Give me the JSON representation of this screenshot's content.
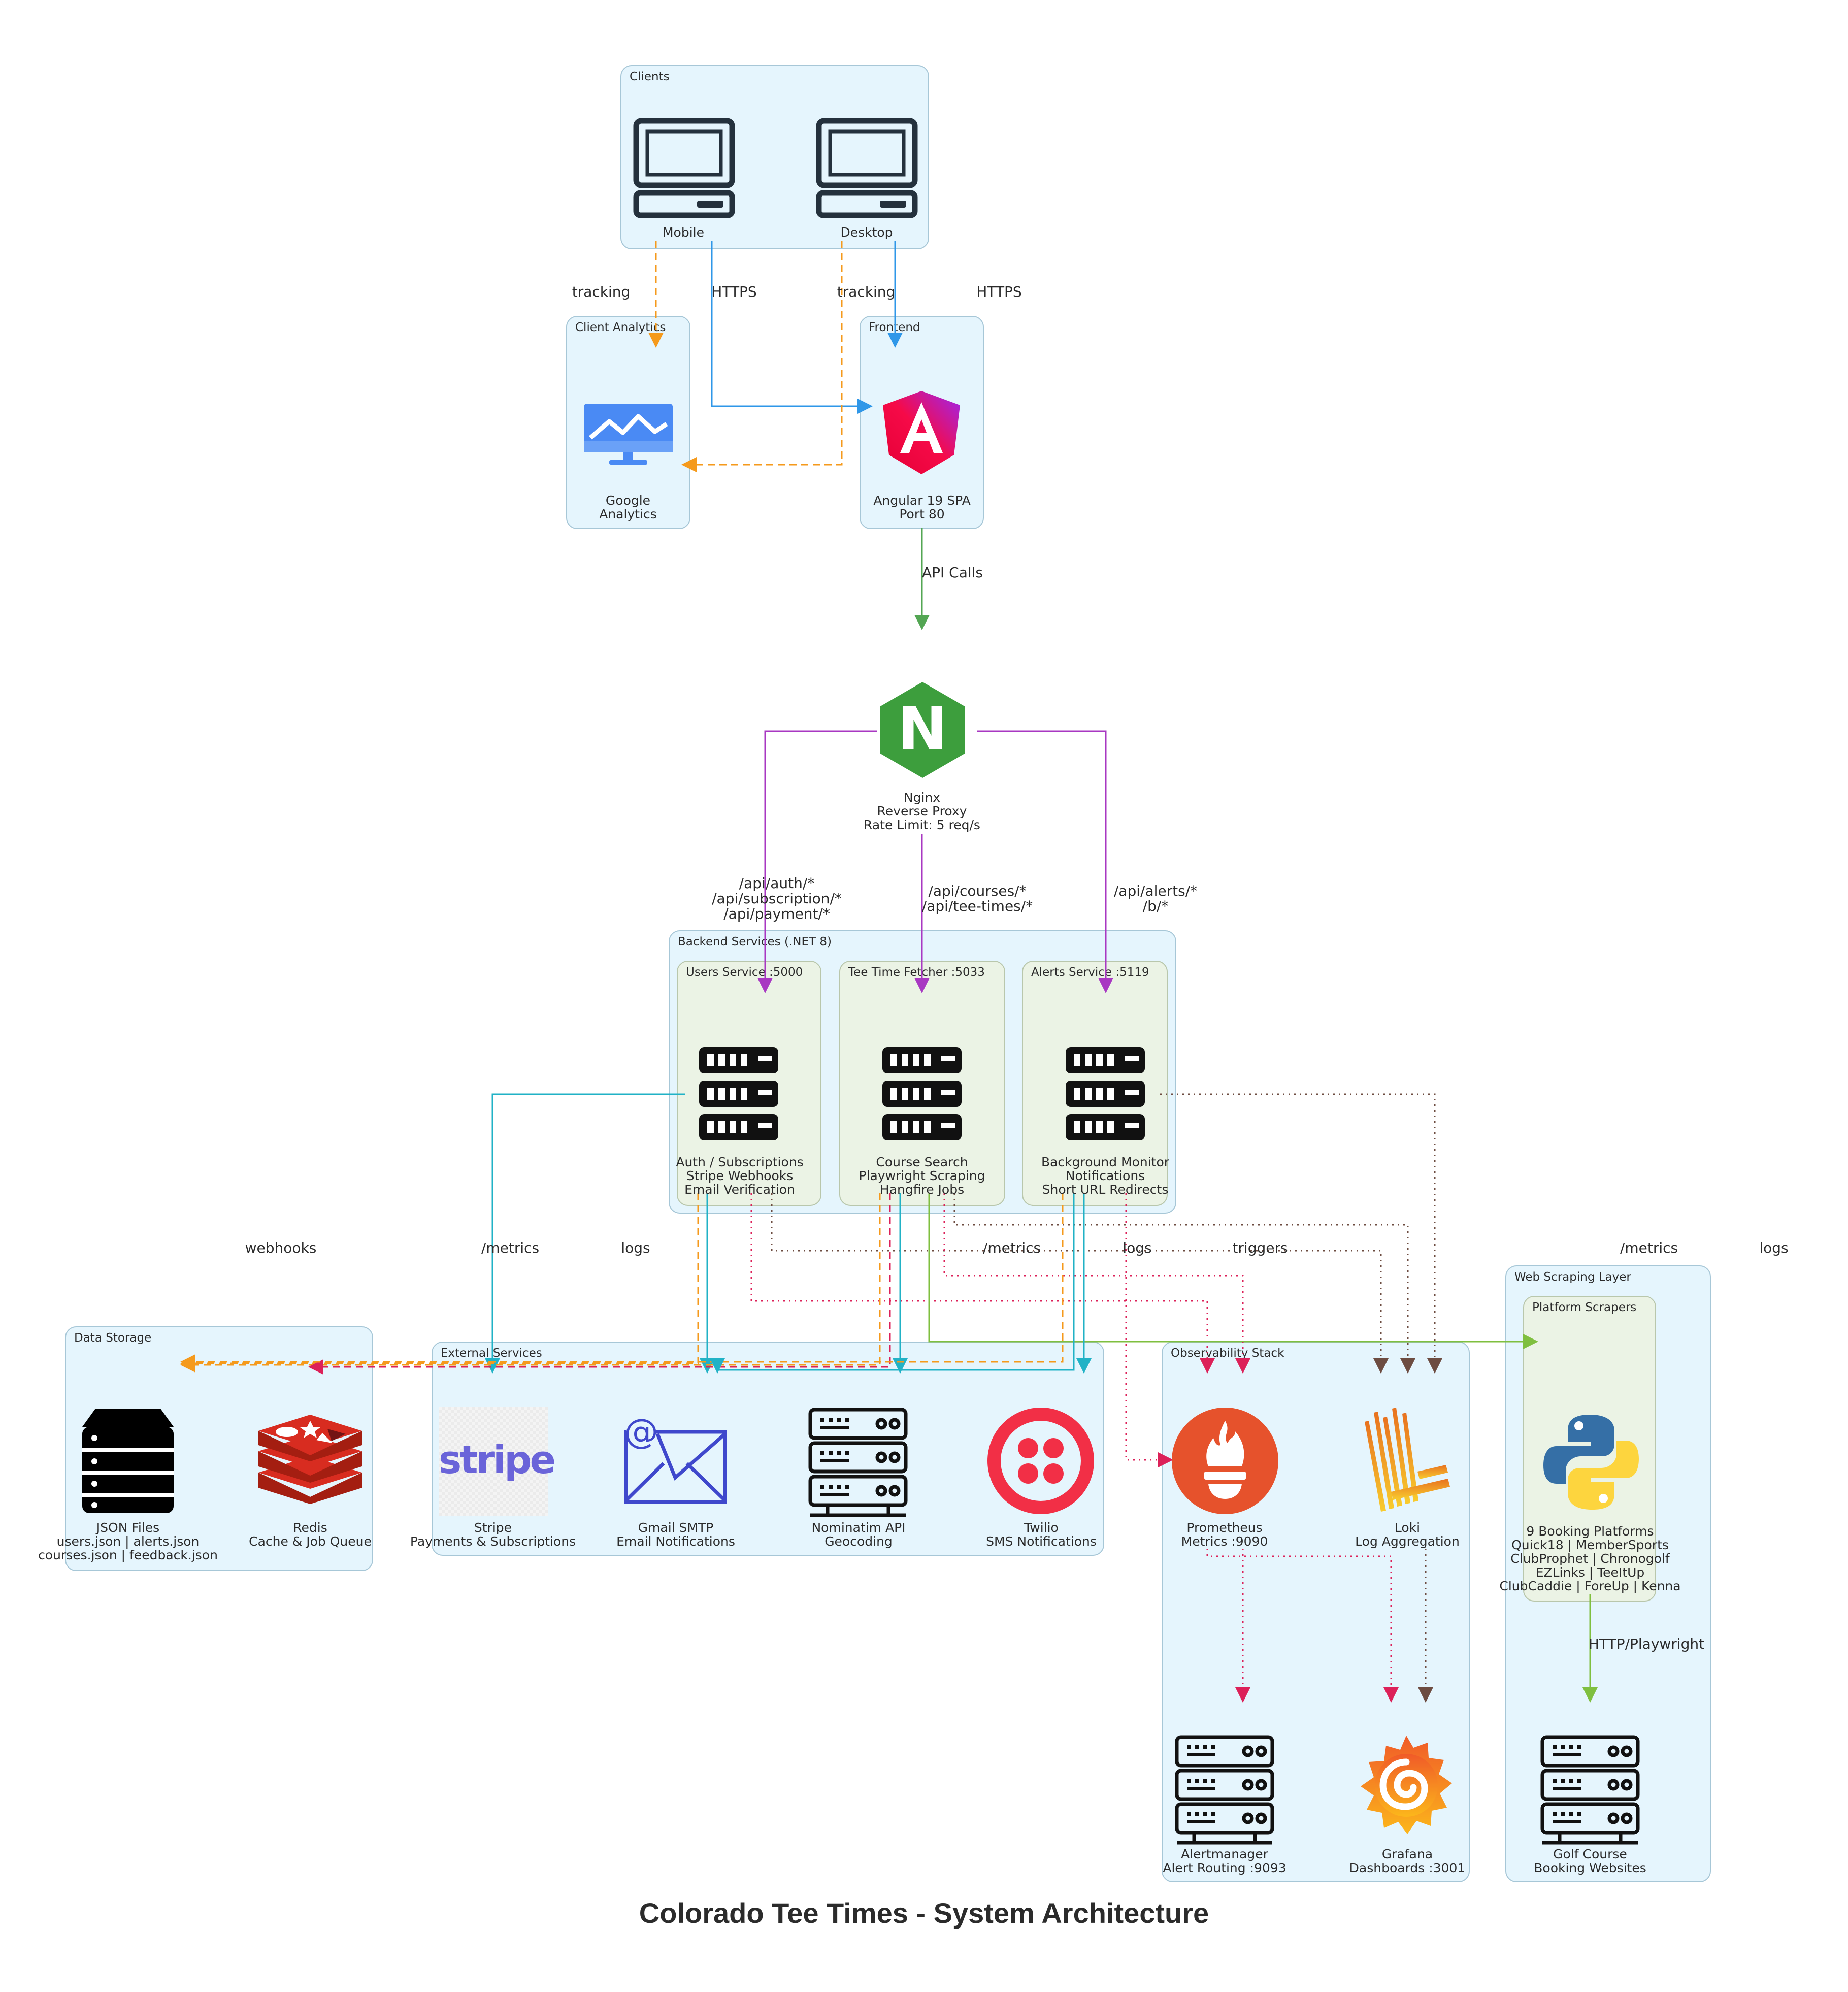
{
  "title": "Colorado Tee Times - System Architecture",
  "clusters": {
    "clients": "Clients",
    "client_analytics": "Client Analytics",
    "frontend": "Frontend",
    "backend": "Backend Services (.NET 8)",
    "users_service": "Users Service :5000",
    "tee_time_fetcher": "Tee Time Fetcher :5033",
    "alerts_service": "Alerts Service :5119",
    "data_storage": "Data Storage",
    "external_services": "External Services",
    "observability": "Observability Stack",
    "web_scraping": "Web Scraping Layer",
    "platform_scrapers": "Platform Scrapers"
  },
  "nodes": {
    "mobile": [
      "Mobile"
    ],
    "desktop": [
      "Desktop"
    ],
    "google_analytics": [
      "Google",
      "Analytics"
    ],
    "angular": [
      "Angular 19 SPA",
      "Port 80"
    ],
    "nginx": [
      "Nginx",
      "Reverse Proxy",
      "Rate Limit: 5 req/s"
    ],
    "users": [
      "Auth / Subscriptions",
      "Stripe Webhooks",
      "Email Verification"
    ],
    "fetcher": [
      "Course Search",
      "Playwright Scraping",
      "Hangfire Jobs"
    ],
    "alerts": [
      "Background Monitor",
      "Notifications",
      "Short URL Redirects"
    ],
    "json_files": [
      "JSON Files",
      "users.json | alerts.json",
      "courses.json | feedback.json"
    ],
    "redis": [
      "Redis",
      "Cache & Job Queue"
    ],
    "stripe": [
      "Stripe",
      "Payments & Subscriptions"
    ],
    "gmail": [
      "Gmail SMTP",
      "Email Notifications"
    ],
    "nominatim": [
      "Nominatim API",
      "Geocoding"
    ],
    "twilio": [
      "Twilio",
      "SMS Notifications"
    ],
    "prometheus": [
      "Prometheus",
      "Metrics :9090"
    ],
    "loki": [
      "Loki",
      "Log Aggregation"
    ],
    "alertmanager": [
      "Alertmanager",
      "Alert Routing :9093"
    ],
    "grafana": [
      "Grafana",
      "Dashboards :3001"
    ],
    "scrapers": [
      "9 Booking Platforms",
      "Quick18 | MemberSports",
      "ClubProphet | Chronogolf",
      "EZLinks | TeeItUp",
      "ClubCaddie | ForeUp | Kenna"
    ],
    "golf_sites": [
      "Golf Course",
      "Booking Websites"
    ]
  },
  "icon_text": {
    "stripe_logo": "stripe",
    "nginx_logo": "N"
  },
  "edge_labels": {
    "tracking_mobile": [
      "tracking"
    ],
    "https_mobile": [
      "HTTPS"
    ],
    "tracking_desktop": [
      "tracking"
    ],
    "https_desktop": [
      "HTTPS"
    ],
    "api_calls": [
      "API Calls"
    ],
    "route_users": [
      "/api/auth/*",
      "/api/subscription/*",
      "/api/payment/*"
    ],
    "route_courses": [
      "/api/courses/*",
      "/api/tee-times/*"
    ],
    "route_alerts": [
      "/api/alerts/*",
      "/b/*"
    ],
    "webhooks": [
      "webhooks"
    ],
    "metrics_users": [
      "/metrics"
    ],
    "logs_users": [
      "logs"
    ],
    "metrics_fetcher": [
      "/metrics"
    ],
    "logs_fetcher": [
      "logs"
    ],
    "triggers": [
      "triggers"
    ],
    "metrics_alerts": [
      "/metrics"
    ],
    "logs_alerts": [
      "logs"
    ],
    "http_playwright": [
      "HTTP/Playwright"
    ]
  },
  "colors": {
    "cluster_fill": "#e5f5fd",
    "inner_cluster_fill": "#ebf3e5",
    "edge_orange": "#f59a1c",
    "edge_blue": "#2f97e8",
    "edge_green": "#53a653",
    "edge_purple": "#a838c2",
    "edge_teal": "#21b2c6",
    "edge_red": "#dc2159",
    "edge_brown": "#6d4c41",
    "edge_lime": "#7fbf3f"
  },
  "icons": {
    "mobile": "laptop-icon",
    "desktop": "laptop-icon",
    "google_analytics": "monitor-chart-icon",
    "angular": "angular-logo-icon",
    "nginx": "nginx-logo-icon",
    "users": "server-rack-icon",
    "fetcher": "server-rack-icon",
    "alerts": "server-rack-icon",
    "json_files": "database-stack-icon",
    "redis": "redis-logo-icon",
    "stripe": "stripe-logo-icon",
    "gmail": "email-at-icon",
    "nominatim": "server-outline-icon",
    "twilio": "twilio-logo-icon",
    "prometheus": "prometheus-logo-icon",
    "loki": "loki-logo-icon",
    "alertmanager": "server-outline-icon",
    "grafana": "grafana-logo-icon",
    "scrapers": "python-logo-icon",
    "golf_sites": "server-outline-icon"
  }
}
